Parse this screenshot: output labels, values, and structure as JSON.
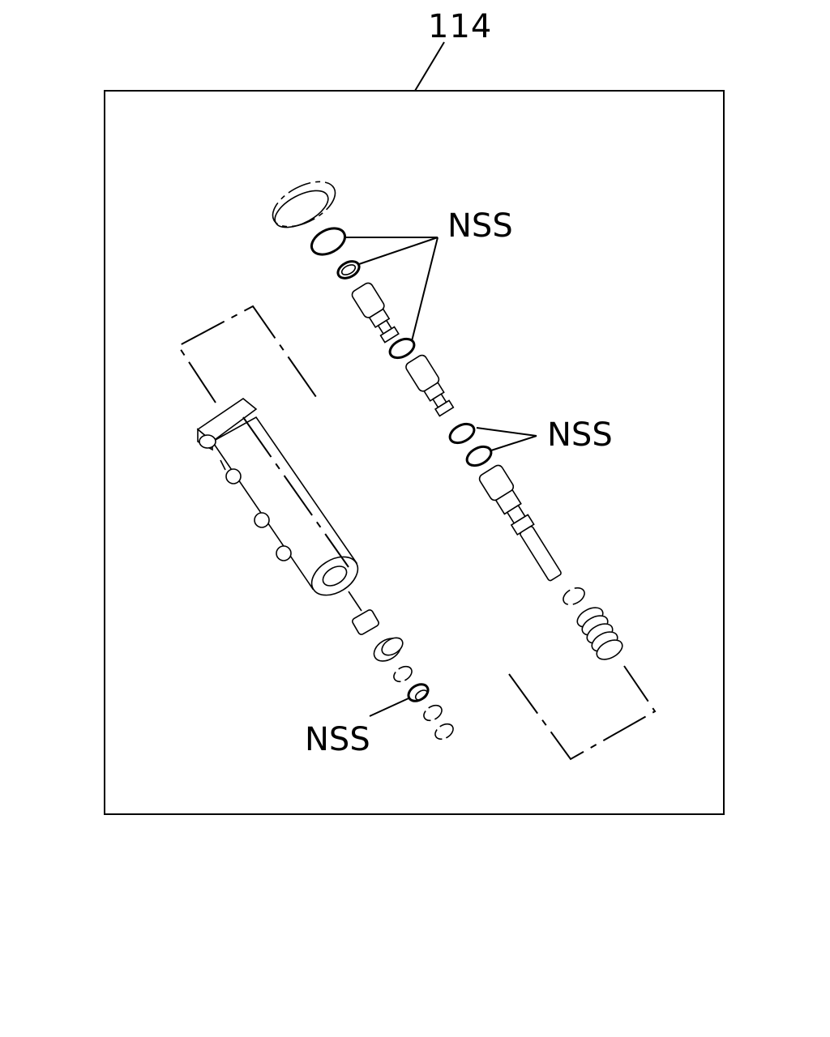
{
  "diagram": {
    "assembly_number": "114",
    "callouts": [
      {
        "id": "nss-top",
        "label": "NSS"
      },
      {
        "id": "nss-middle",
        "label": "NSS"
      },
      {
        "id": "nss-bottom",
        "label": "NSS"
      }
    ]
  },
  "colors": {
    "line": "#000000",
    "background": "#ffffff"
  }
}
